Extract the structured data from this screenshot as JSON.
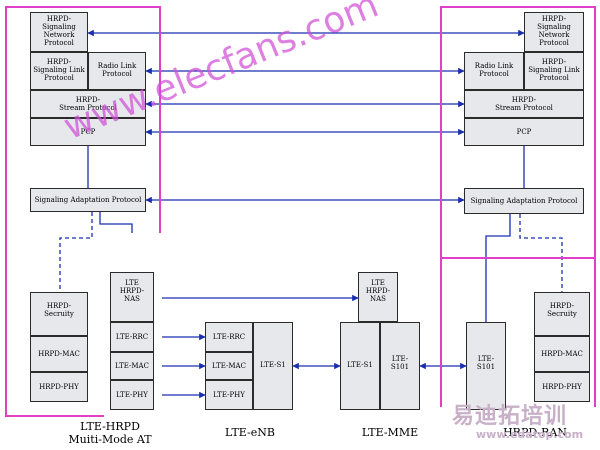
{
  "labels": {
    "at_hsnp": "HRPD-\nSignaling\nNetwork\nProtocol",
    "at_hslp": "HRPD-\nSignaling Link\nProtocol",
    "at_rlp": "Radio Link\nProtocol",
    "at_hsp": "HRPD-\nStream Protocol",
    "at_pcp": "PCP",
    "at_sap": "Signaling Adaptation Protocol",
    "at_hsec": "HRPD-\nSecruity",
    "at_hmac": "HRPD-MAC",
    "at_hphy": "HRPD-PHY",
    "at_nas": "LTE\nHRPD-\nNAS",
    "at_rrc": "LTE-RRC",
    "at_lmac": "LTE-MAC",
    "at_lphy": "LTE-PHY",
    "enb_rrc": "LTE-RRC",
    "enb_mac": "LTE-MAC",
    "enb_phy": "LTE-PHY",
    "enb_s1": "LTE-S1",
    "mme_nas": "LTE\nHRPD-\nNAS",
    "mme_s1": "LTE-S1",
    "mme_s101": "LTE-\nS101",
    "ran_hsnp": "HRPD-\nSignaling\nNetwork\nProtocol",
    "ran_rlp": "Radio Link\nProtocol",
    "ran_hslp": "HRPD-\nSignaling Link\nProtocol",
    "ran_hsp": "HRPD-\nStream Protocol",
    "ran_pcp": "PCP",
    "ran_sap": "Signaling Adaptation Protocol",
    "ran_s101": "LTE-\nS101",
    "ran_hsec": "HRPD-\nSecruity",
    "ran_hmac": "HRPD-MAC",
    "ran_hphy": "HRPD-PHY"
  },
  "captions": {
    "at": "LTE-HRPD\nMuiti-Mode AT",
    "enb": "LTE-eNB",
    "mme": "LTE-MME",
    "ran": "HRPD-RAN"
  },
  "watermark": "www.elecfans.com",
  "brand": {
    "chinese": "易迪拓培训",
    "url": "www.edatop.com"
  },
  "colors": {
    "magenta_region": "#e040c8",
    "arrow": "#1a2fb0",
    "box_fill": "#e6e8ec",
    "watermark": "#d04fd6",
    "brand": "#c8b0c8"
  }
}
